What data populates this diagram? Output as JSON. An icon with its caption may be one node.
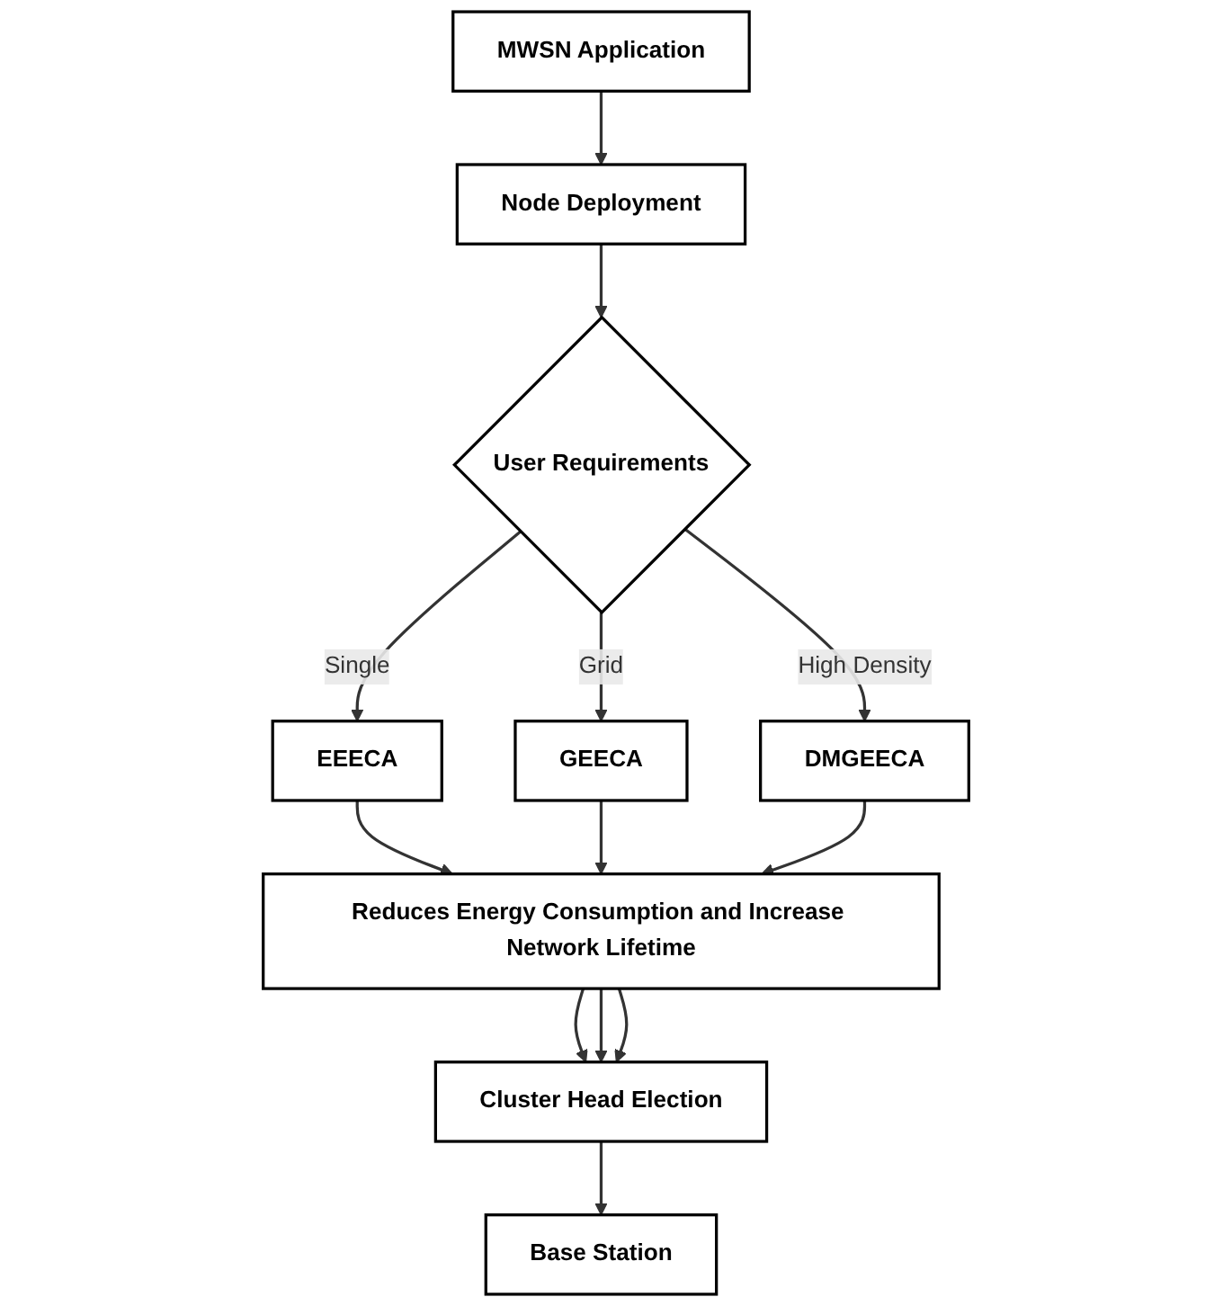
{
  "diagram": {
    "nodes": [
      {
        "text": [
          "MWSN Application"
        ]
      },
      {
        "text": [
          "Node Deployment"
        ]
      },
      {
        "text": [
          "User Requirements"
        ]
      },
      {
        "text": [
          "EEECA"
        ]
      },
      {
        "text": [
          "GEECA"
        ]
      },
      {
        "text": [
          "DMGEECA"
        ]
      },
      {
        "text": [
          "Reduces Energy Consumption and Increase Network Lifetime"
        ]
      },
      {
        "text": [
          "Cluster Head Election"
        ]
      },
      {
        "text": [
          "Base Station"
        ]
      }
    ],
    "edges": [
      {
        "from": 0,
        "to": 1,
        "arrow": "to"
      },
      {
        "from": 1,
        "to": 2,
        "arrow": "to"
      },
      {
        "from": 2,
        "to": 3,
        "arrow": "to",
        "label": "Single"
      },
      {
        "from": 2,
        "to": 4,
        "arrow": "to",
        "label": "Grid"
      },
      {
        "from": 2,
        "to": 5,
        "arrow": "to",
        "label": "High Density"
      },
      {
        "from": 3,
        "to": 6,
        "arrow": "to"
      },
      {
        "from": 4,
        "to": 6,
        "arrow": "to"
      },
      {
        "from": 5,
        "to": 6,
        "arrow": "to"
      },
      {
        "from": 6,
        "to": 7,
        "arrow": "to"
      },
      {
        "from": 6,
        "to": 7,
        "arrow": "to"
      },
      {
        "from": 6,
        "to": 7,
        "arrow": "to"
      },
      {
        "from": 7,
        "to": 8,
        "arrow": "to"
      }
    ]
  }
}
